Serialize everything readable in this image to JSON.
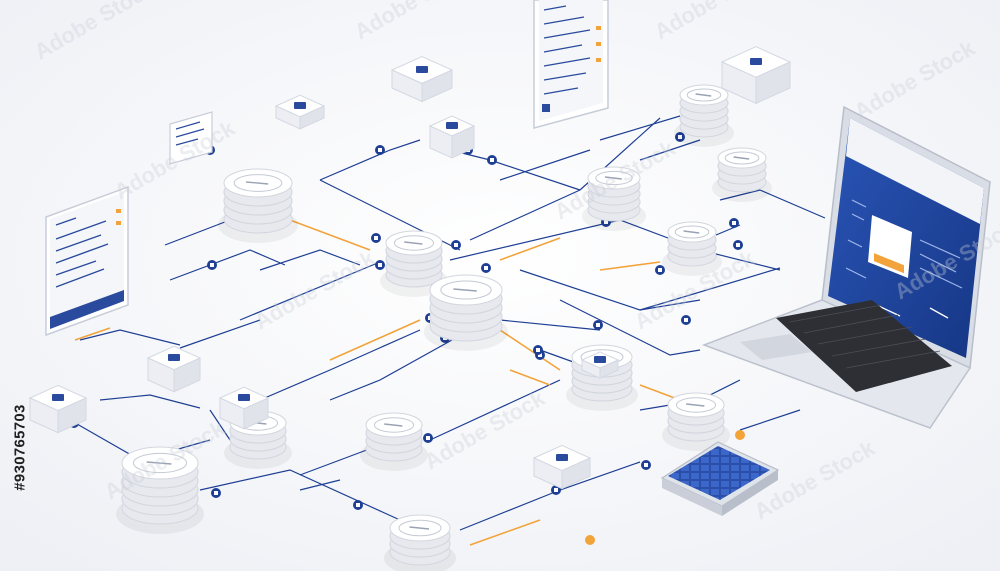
{
  "watermark": {
    "text": "Adobe Stock",
    "id_text": "#930765703"
  },
  "colors": {
    "background": "#f7f8fb",
    "line": "#1e3f94",
    "accent": "#f2a33a",
    "node_fill": "#ffffff",
    "node_edge": "#d3d8e2",
    "screen_blue": "#1e3f94"
  },
  "diagram": {
    "kind": "isometric network of database stacks, server boxes and devices",
    "icons": [
      "database-stack-icon",
      "server-box-icon",
      "tablet-icon",
      "smartphone-icon",
      "laptop-icon",
      "solar-panel-icon",
      "lock-icon",
      "gear-icon",
      "arrow-icon"
    ]
  }
}
